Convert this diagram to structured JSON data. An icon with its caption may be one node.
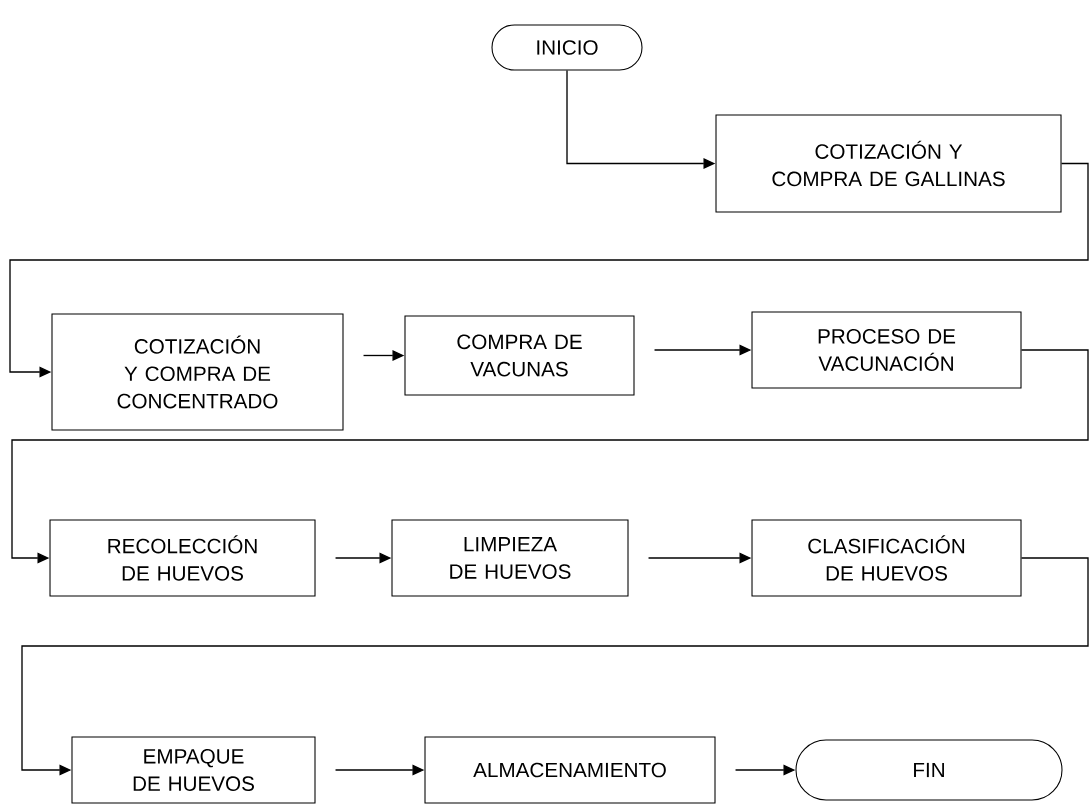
{
  "diagram": {
    "nodes": [
      {
        "text": [
          "INICIO"
        ]
      },
      {
        "text": [
          "COTIZACIÓN Y COMPRA DE GALLINAS"
        ]
      },
      {
        "text": [
          "COTIZACIÓN Y COMPRA DE CONCENTRADO"
        ]
      },
      {
        "text": [
          "COMPRA DE VACUNAS"
        ]
      },
      {
        "text": [
          "PROCESO DE VACUNACIÓN"
        ]
      },
      {
        "text": [
          "RECOLECCIÓN DE HUEVOS"
        ]
      },
      {
        "text": [
          "LIMPIEZA DE HUEVOS"
        ]
      },
      {
        "text": [
          "CLASIFICACIÓN DE HUEVOS"
        ]
      },
      {
        "text": [
          "EMPAQUE DE HUEVOS"
        ]
      },
      {
        "text": [
          "ALMACENAMIENTO"
        ]
      },
      {
        "text": [
          "FIN"
        ]
      }
    ],
    "edges": [
      {
        "from": 0,
        "to": 1,
        "arrow": "to"
      },
      {
        "from": 1,
        "to": 2,
        "arrow": "to"
      },
      {
        "from": 2,
        "to": 3,
        "arrow": "to"
      },
      {
        "from": 3,
        "to": 4,
        "arrow": "to"
      },
      {
        "from": 4,
        "to": 5,
        "arrow": "to"
      },
      {
        "from": 5,
        "to": 6,
        "arrow": "to"
      },
      {
        "from": 6,
        "to": 7,
        "arrow": "to"
      },
      {
        "from": 7,
        "to": 8,
        "arrow": "to"
      },
      {
        "from": 8,
        "to": 9,
        "arrow": "to"
      },
      {
        "from": 9,
        "to": 10,
        "arrow": "to"
      }
    ]
  }
}
